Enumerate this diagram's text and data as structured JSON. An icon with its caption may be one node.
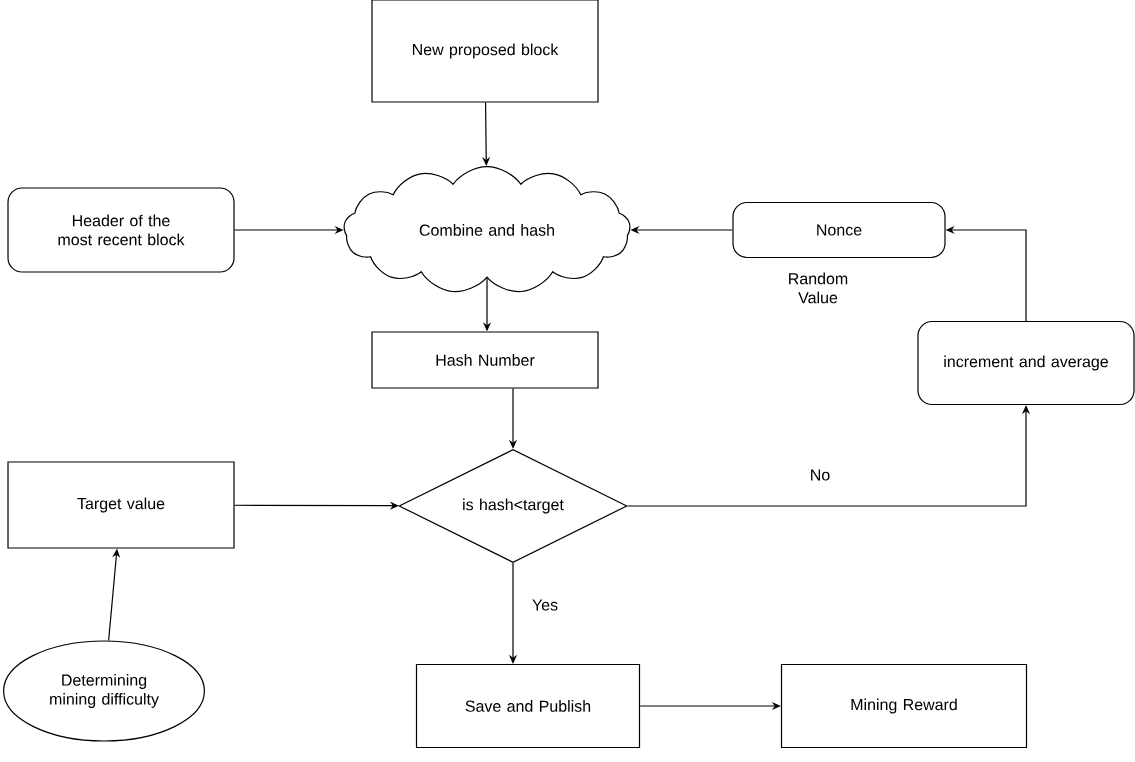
{
  "diagram": {
    "nodes": [
      {
        "text": [
          "New proposed block"
        ]
      },
      {
        "text": [
          "Header of the most recent block"
        ]
      },
      {
        "text": [
          "Combine and hash"
        ]
      },
      {
        "text": [
          "Nonce"
        ]
      },
      {
        "text": [
          "Hash Number"
        ]
      },
      {
        "text": [
          "increment and average"
        ]
      },
      {
        "text": [
          "Target value"
        ]
      },
      {
        "text": [
          "is hash<target"
        ]
      },
      {
        "text": [
          "Determining mining difficulty"
        ]
      },
      {
        "text": [
          "Save and Publish"
        ]
      },
      {
        "text": [
          "Mining Reward"
        ]
      }
    ],
    "edges": [
      {
        "from": 0,
        "to": 2,
        "arrow": "to"
      },
      {
        "from": 1,
        "to": 2,
        "arrow": "to"
      },
      {
        "from": 3,
        "to": 2,
        "arrow": "to"
      },
      {
        "from": 2,
        "to": 4,
        "arrow": "to"
      },
      {
        "from": 4,
        "to": 7,
        "arrow": "to"
      },
      {
        "from": 6,
        "to": 7,
        "arrow": "to"
      },
      {
        "from": 7,
        "to": 5,
        "arrow": "to",
        "label": "No"
      },
      {
        "from": 5,
        "to": 3,
        "arrow": "to"
      },
      {
        "from": 7,
        "to": 9,
        "arrow": "to",
        "label": "Yes"
      },
      {
        "from": 9,
        "to": 10,
        "arrow": "to"
      },
      {
        "from": 8,
        "to": 6,
        "arrow": "to"
      }
    ],
    "labels": [
      "Random Value"
    ]
  }
}
